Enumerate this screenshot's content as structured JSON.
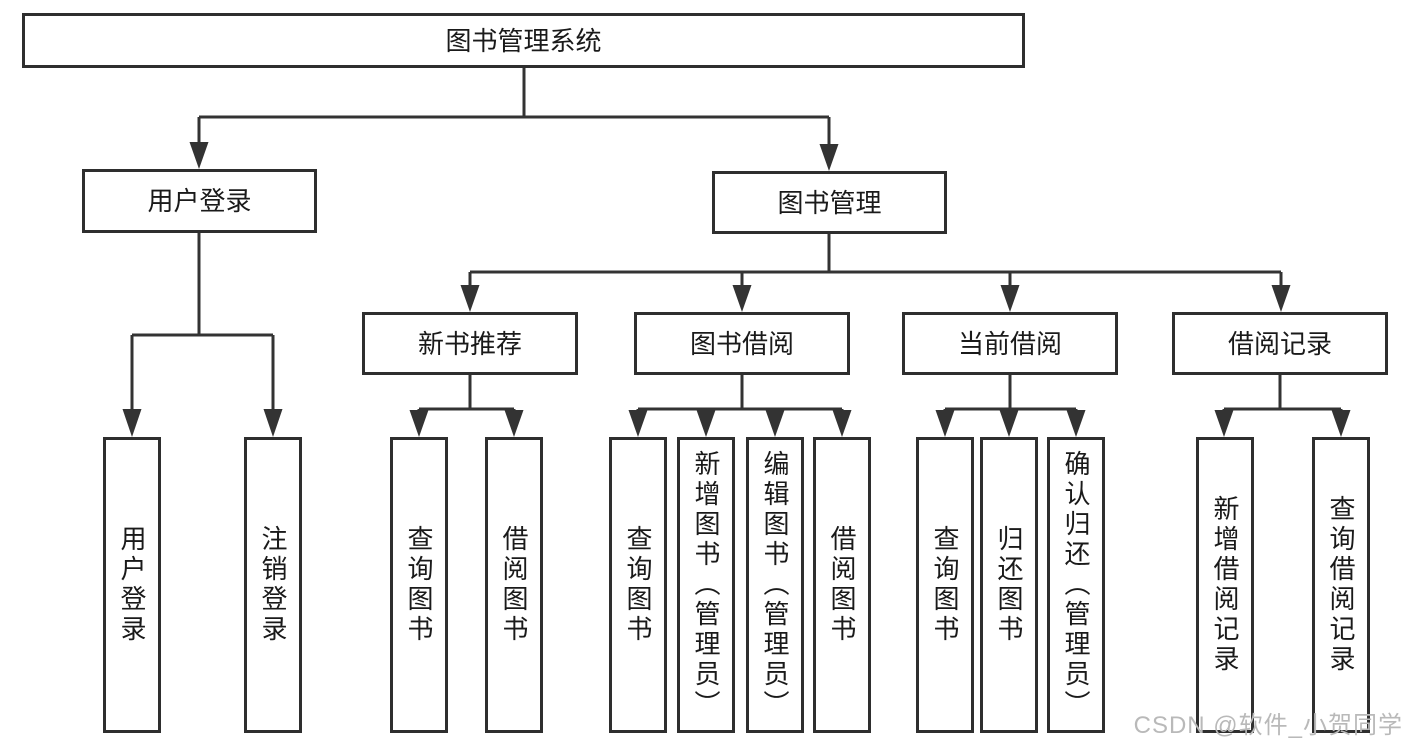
{
  "watermark": "CSDN @软件_小贺同学",
  "colors": {
    "line": "#333333",
    "box_border": "#2e2e2e",
    "text": "#1a1a1a",
    "background": "#ffffff",
    "watermark": "#b9b9b9"
  },
  "nodes": {
    "root": "图书管理系统",
    "user_login_group": "用户登录",
    "book_mgmt": "图书管理",
    "new_book_rec": "新书推荐",
    "book_borrow": "图书借阅",
    "current_borrow": "当前借阅",
    "borrow_record": "借阅记录",
    "user_login": "用户登录",
    "logout": "注销登录",
    "query_book_1": "查询图书",
    "borrow_book_1": "借阅图书",
    "query_book_2": "查询图书",
    "add_book": "新增图书（管理员）",
    "edit_book": "编辑图书（管理员）",
    "borrow_book_2": "借阅图书",
    "query_book_3": "查询图书",
    "return_book": "归还图书",
    "confirm_return": "确认归还（管理员）",
    "add_borrow_record": "新增借阅记录",
    "query_borrow_record": "查询借阅记录"
  }
}
